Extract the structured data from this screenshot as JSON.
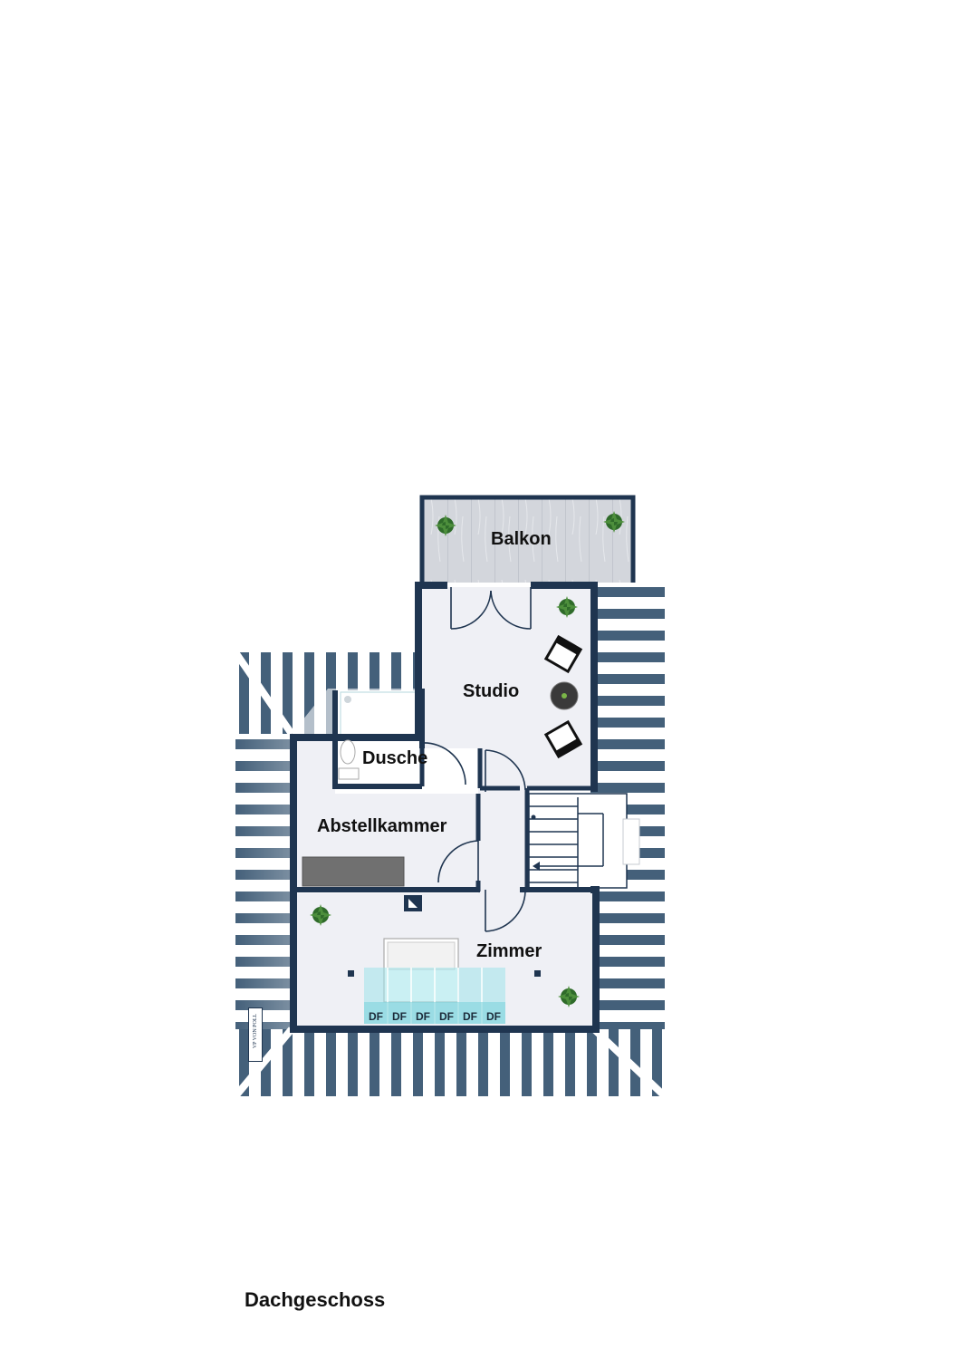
{
  "floor": {
    "title": "Dachgeschoss"
  },
  "rooms": [
    {
      "id": "balkon",
      "label": "Balkon"
    },
    {
      "id": "studio",
      "label": "Studio"
    },
    {
      "id": "dusche",
      "label": "Dusche"
    },
    {
      "id": "abstellkammer",
      "label": "Abstellkammer"
    },
    {
      "id": "zimmer",
      "label": "Zimmer"
    }
  ],
  "skylights": [
    "DF",
    "DF",
    "DF",
    "DF",
    "DF",
    "DF"
  ],
  "logo": {
    "text": "VP VON POLL"
  },
  "colors": {
    "wall": "#1f3550",
    "floor": "#eff0f5",
    "deck": "#cdd1d8",
    "roof_stripe": "#3f5a70",
    "plant": "#2f6b2a"
  }
}
